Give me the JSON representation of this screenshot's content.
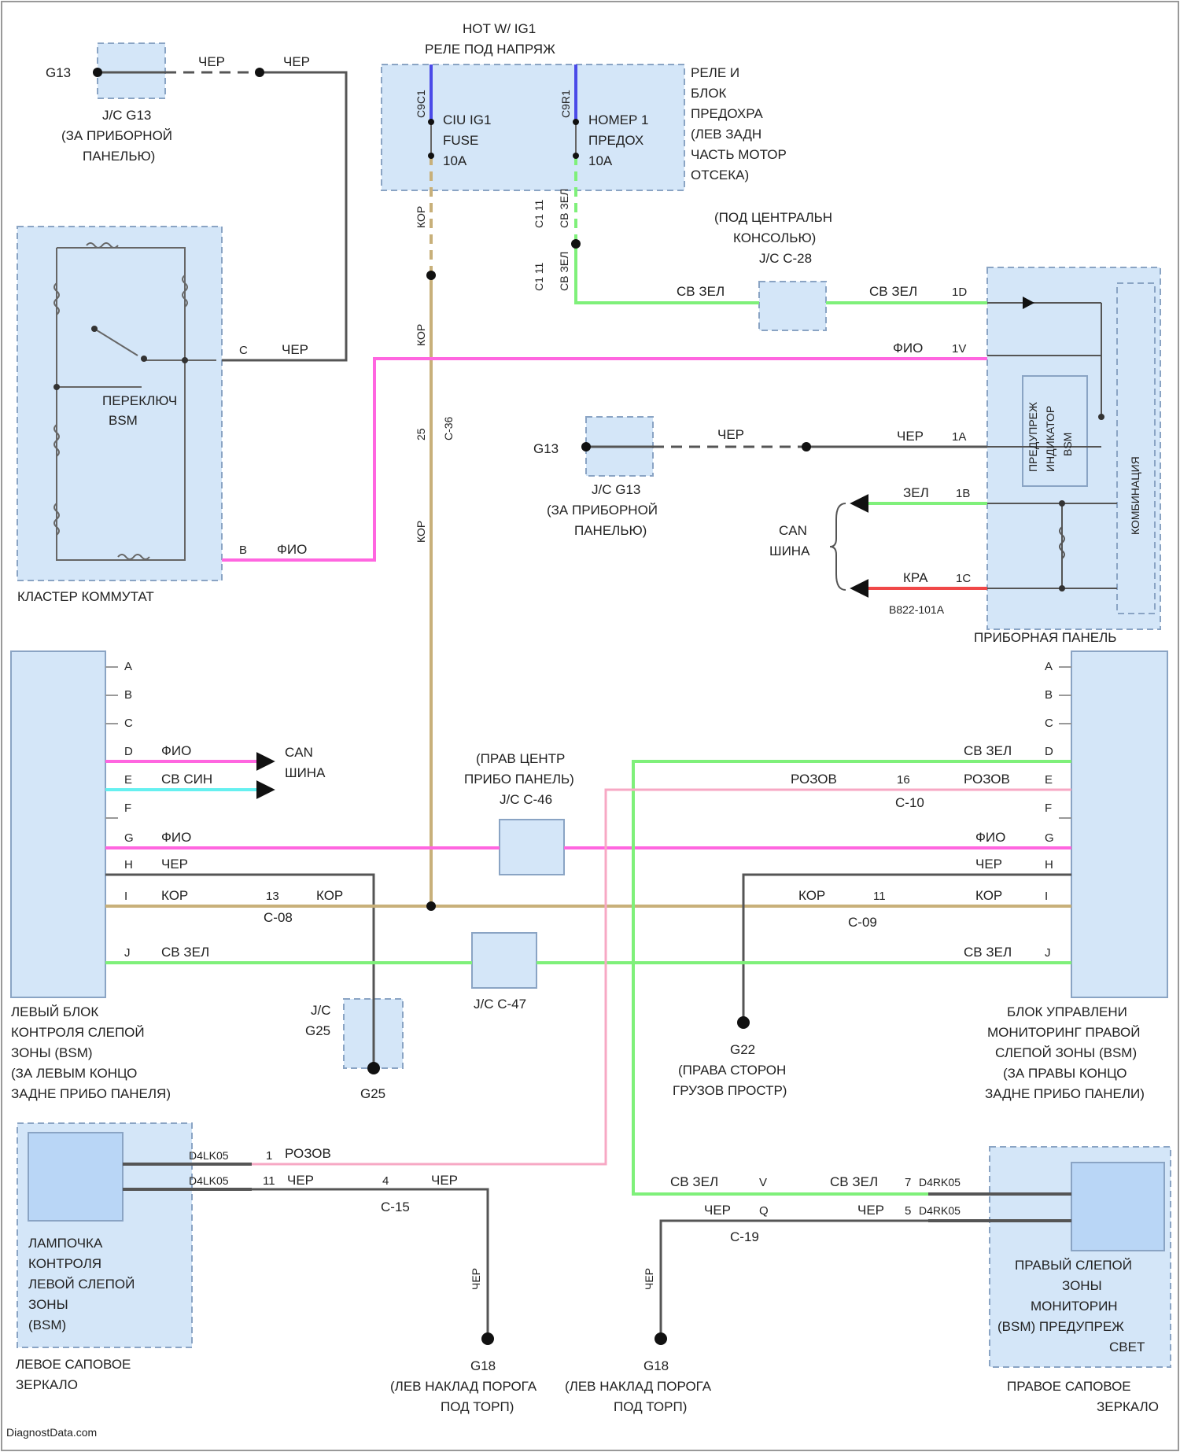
{
  "colors": {
    "black": "#555555",
    "pink": "#ff66e0",
    "green": "#7ff07a",
    "tan": "#c8b07a",
    "lightpink": "#f7a8c4",
    "cyan": "#66f0f0",
    "red": "#f04848",
    "blue": "#4a4ae8",
    "box_fill": "#d4e6f8",
    "box_stroke": "#8aa4c4"
  },
  "fuse_block": {
    "title_1": "HOT W/ IG1",
    "title_2": "РЕЛЕ ПОД НАПРЯЖ",
    "side": [
      "РЕЛЕ И",
      "БЛОК",
      "ПРЕДОХРА",
      "(ЛЕВ ЗАДН",
      "ЧАСТЬ МОТОР",
      "ОТСЕКА)"
    ],
    "fuse1_pin": "C9C1",
    "fuse1": [
      "CIU IG1",
      "FUSE",
      "10A"
    ],
    "fuse2_pin": "C9R1",
    "fuse2": [
      "НОМЕР 1",
      "ПРЕДОХ",
      "10A"
    ],
    "wire1": "КОР",
    "wire2_a": "СВ ЗЕЛ",
    "wire2_b": "СВ ЗЕЛ",
    "pin2_a": "C1 11",
    "pin2_b": "C1 11"
  },
  "g13_top": {
    "label": "G13",
    "jc": [
      "J/C G13",
      "(ЗА ПРИБОРНОЙ",
      "ПАНЕЛЬЮ)"
    ],
    "wire_a": "ЧЕР",
    "wire_b": "ЧЕР"
  },
  "cluster": {
    "title": "КЛАСТЕР КОММУТАТ",
    "switch": [
      "ПЕРЕКЛЮЧ",
      "BSM"
    ],
    "pin_c": "C",
    "pin_b": "B",
    "wire_c": "ЧЕР",
    "wire_b": "ФИО"
  },
  "jc_c28": {
    "label": [
      "(ПОД ЦЕНТРАЛЬН",
      "КОНСОЛЬЮ)",
      "J/C C-28"
    ],
    "wire_left": "СВ ЗЕЛ",
    "wire_right": "СВ ЗЕЛ"
  },
  "panel": {
    "title": "ПРИБОРНАЯ ПАНЕЛЬ",
    "inner": [
      "ПРЕДУПРЕЖ",
      "ИНДИКАТОР",
      "BSM"
    ],
    "side": "КОМБИНАЦИЯ",
    "pins": [
      "1D",
      "1V",
      "1A",
      "1B",
      "1C"
    ],
    "wire_1d": "СВ ЗЕЛ",
    "wire_1v": "ФИО",
    "wire_1a": "ЧЕР",
    "wire_1b": "ЗЕЛ",
    "wire_1c": "КРА",
    "can": [
      "CAN",
      "ШИНА"
    ],
    "ref": "B822-101A"
  },
  "g13_mid": {
    "label": "G13",
    "jc": [
      "J/C G13",
      "(ЗА ПРИБОРНОЙ",
      "ПАНЕЛЬЮ)"
    ],
    "wire": "ЧЕР"
  },
  "tan_vertical": {
    "wire_a": "КОР",
    "wire_b": "КОР",
    "wire_c": "КОР",
    "pin": "C-36",
    "pin_num": "25"
  },
  "left_bsm": {
    "label": [
      "ЛЕВЫЙ БЛОК",
      "КОНТРОЛЯ СЛЕПОЙ",
      "ЗОНЫ (BSM)",
      "(ЗА ЛЕВЫМ КОНЦО",
      "ЗАДНЕ ПРИБО ПАНЕЛЯ)"
    ],
    "pins": [
      "A",
      "B",
      "C",
      "D",
      "E",
      "F",
      "G",
      "H",
      "I",
      "J"
    ],
    "wire_d": "ФИО",
    "wire_e": "СВ СИН",
    "can": [
      "CAN",
      "ШИНА"
    ],
    "wire_g": "ФИО",
    "wire_h": "ЧЕР",
    "wire_i": "КОР",
    "wire_j": "СВ ЗЕЛ",
    "conn_c08": "C-08",
    "conn_c08_pin": "13",
    "wire_i2": "КОР"
  },
  "right_bsm": {
    "label": [
      "БЛОК УПРАВЛЕНИ",
      "МОНИТОРИНГ ПРАВОЙ",
      "СЛЕПОЙ ЗОНЫ (BSM)",
      "(ЗА ПРАВЫ КОНЦО",
      "ЗАДНЕ ПРИБО ПАНЕЛИ)"
    ],
    "pins": [
      "A",
      "B",
      "C",
      "D",
      "E",
      "F",
      "G",
      "H",
      "I",
      "J"
    ],
    "wire_d": "СВ ЗЕЛ",
    "wire_e": "РОЗОВ",
    "wire_e2": "РОЗОВ",
    "conn_c10": "C-10",
    "conn_c10_pin": "16",
    "wire_g": "ФИО",
    "wire_h": "ЧЕР",
    "wire_i": "КОР",
    "wire_i2": "КОР",
    "conn_c09": "C-09",
    "conn_c09_pin": "11",
    "wire_j": "СВ ЗЕЛ"
  },
  "jc_c46": {
    "label": [
      "(ПРАВ ЦЕНТР",
      "ПРИБО ПАНЕЛЬ)",
      "J/C C-46"
    ]
  },
  "jc_c47": {
    "label": "J/C C-47"
  },
  "g25": {
    "jc": [
      "J/C",
      "G25"
    ],
    "label": "G25"
  },
  "g22": {
    "label": [
      "G22",
      "(ПРАВА СТОРОН",
      "ГРУЗОВ ПРОСТР)"
    ]
  },
  "left_mirror": {
    "module": [
      "ЛАМПОЧКА",
      "КОНТРОЛЯ",
      "ЛЕВОЙ СЛЕПОЙ",
      "ЗОНЫ",
      "(BSM)"
    ],
    "title": [
      "ЛЕВОЕ САПОВОЕ",
      "ЗЕРКАЛО"
    ],
    "conn_top": "D4LK05",
    "conn_bot": "D4LK05",
    "pin_top": "1",
    "pin_bot": "11",
    "wire_top": "РОЗОВ",
    "wire_bot": "ЧЕР",
    "conn_c15": "C-15",
    "conn_c15_pin": "4",
    "wire_bot2": "ЧЕР",
    "wire_vert": "ЧЕР"
  },
  "right_mirror": {
    "module": [
      "ПРАВЫЙ СЛЕПОЙ",
      "ЗОНЫ",
      "МОНИТОРИН",
      "(BSM) ПРЕДУПРЕЖ",
      "СВЕТ"
    ],
    "title": [
      "ПРАВОЕ САПОВОЕ",
      "ЗЕРКАЛО"
    ],
    "conn_top": "D4RK05",
    "conn_bot": "D4RK05",
    "pin_top": "7",
    "pin_bot": "5",
    "wire_top": "СВ ЗЕЛ",
    "wire_top2": "СВ ЗЕЛ",
    "wire_bot": "ЧЕР",
    "wire_bot2": "ЧЕР",
    "conn_c19": "C-19",
    "conn_c19_pin_a": "V",
    "conn_c19_pin_b": "Q",
    "wire_vert": "ЧЕР"
  },
  "g18_left": {
    "label": [
      "G18",
      "(ЛЕВ НАКЛАД ПОРОГА",
      "ПОД ТОРП)"
    ]
  },
  "g18_right": {
    "label": [
      "G18",
      "(ЛЕВ НАКЛАД ПОРОГА",
      "ПОД ТОРП)"
    ]
  },
  "footer": "DiagnostData.com"
}
